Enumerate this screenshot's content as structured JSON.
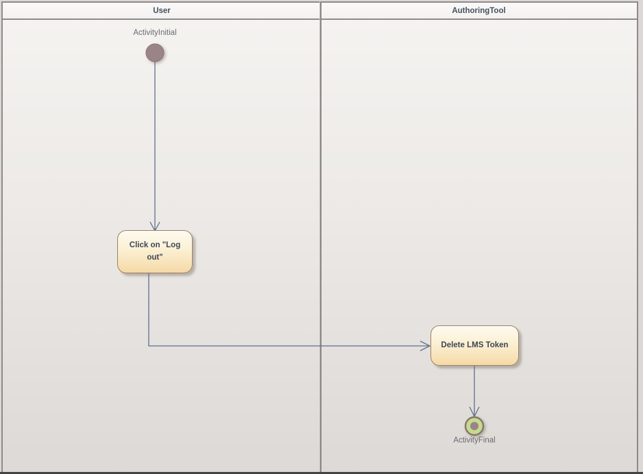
{
  "lanes": [
    {
      "title": "User"
    },
    {
      "title": "AuthoringTool"
    }
  ],
  "nodes": {
    "initial": {
      "label": "ActivityInitial"
    },
    "click_logout": {
      "label": "Click on \"Log out\""
    },
    "delete_token": {
      "label": "Delete LMS Token"
    },
    "final": {
      "label": "ActivityFinal"
    }
  },
  "colors": {
    "arrow": "#5f6f8e",
    "initial_fill": "#9b8487",
    "initial_border": "#8a7377",
    "final_fill": "#c6da90",
    "final_border": "#877768",
    "action_border": "#9d8164",
    "action_fill_top": "#fdfaf0",
    "action_fill_bottom": "#f6d9a6",
    "action_text": "#3d4656",
    "lane_title_text": "#44505f",
    "node_label_text": "#6a6a70"
  }
}
